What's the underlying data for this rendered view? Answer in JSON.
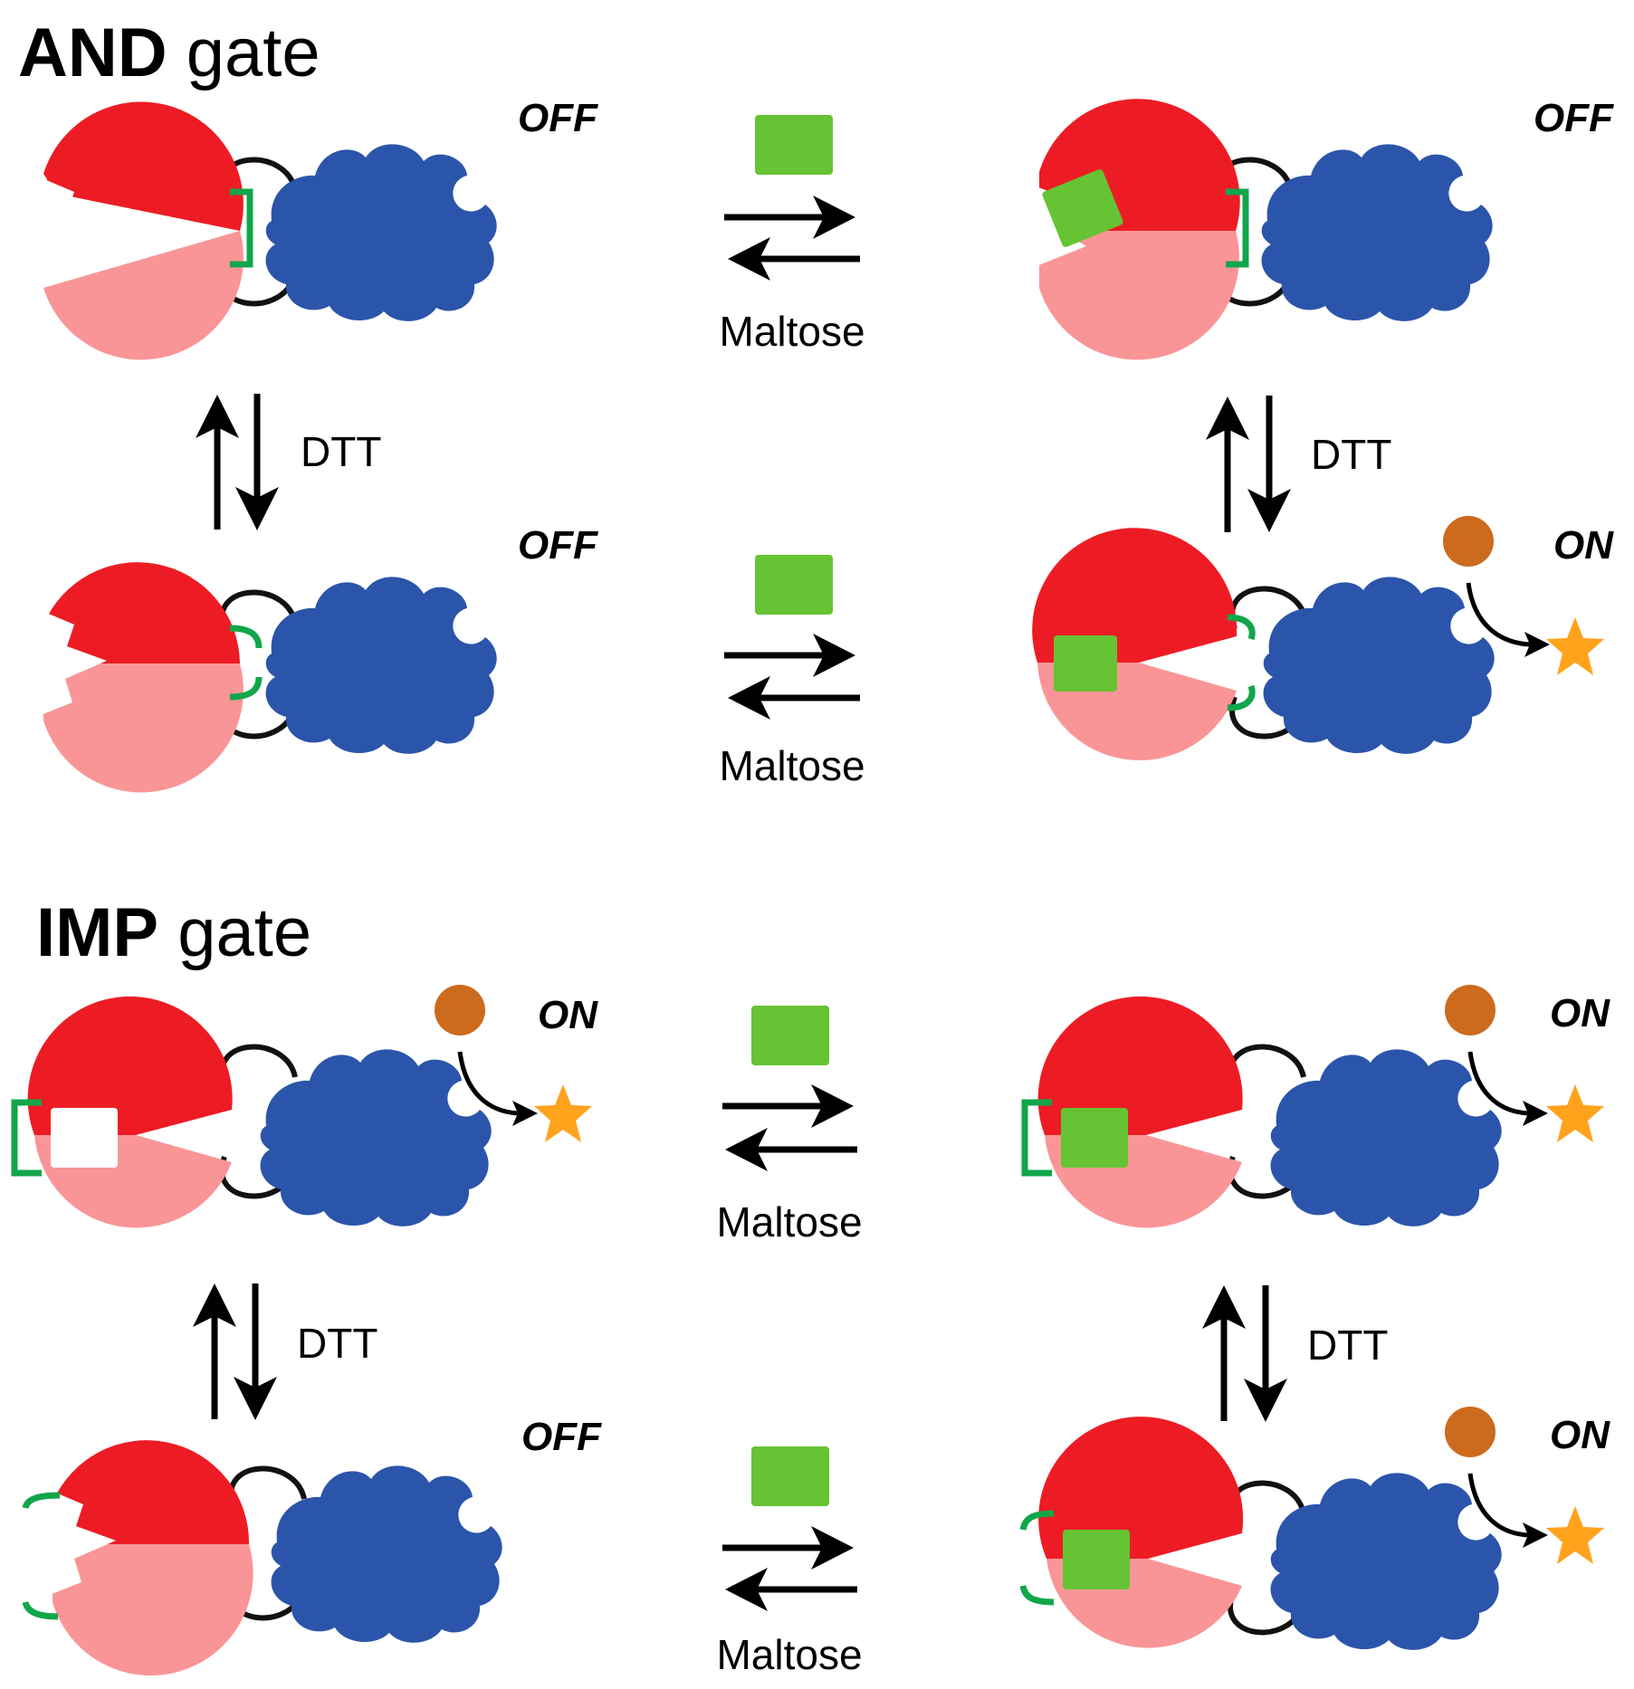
{
  "panels": [
    {
      "title_bold": "AND",
      "title_rest": " gate",
      "states": {
        "top_left": "OFF",
        "top_right": "OFF",
        "bottom_left": "OFF",
        "bottom_right": "ON"
      }
    },
    {
      "title_bold": "IMP",
      "title_rest": " gate",
      "states": {
        "top_left": "ON",
        "top_right": "ON",
        "bottom_left": "OFF",
        "bottom_right": "ON"
      }
    }
  ],
  "labels": {
    "horizontal_reagent": "Maltose",
    "vertical_reagent": "DTT"
  },
  "colors": {
    "mbp_top": "#ed1c24",
    "mbp_bottom": "#f99597",
    "enzyme": "#2b55aa",
    "maltose": "#66c333",
    "disulfide": "#11a64a",
    "substrate": "#cc6a1e",
    "product": "#ffa21c",
    "linker": "#111111",
    "arrow": "#000000"
  }
}
